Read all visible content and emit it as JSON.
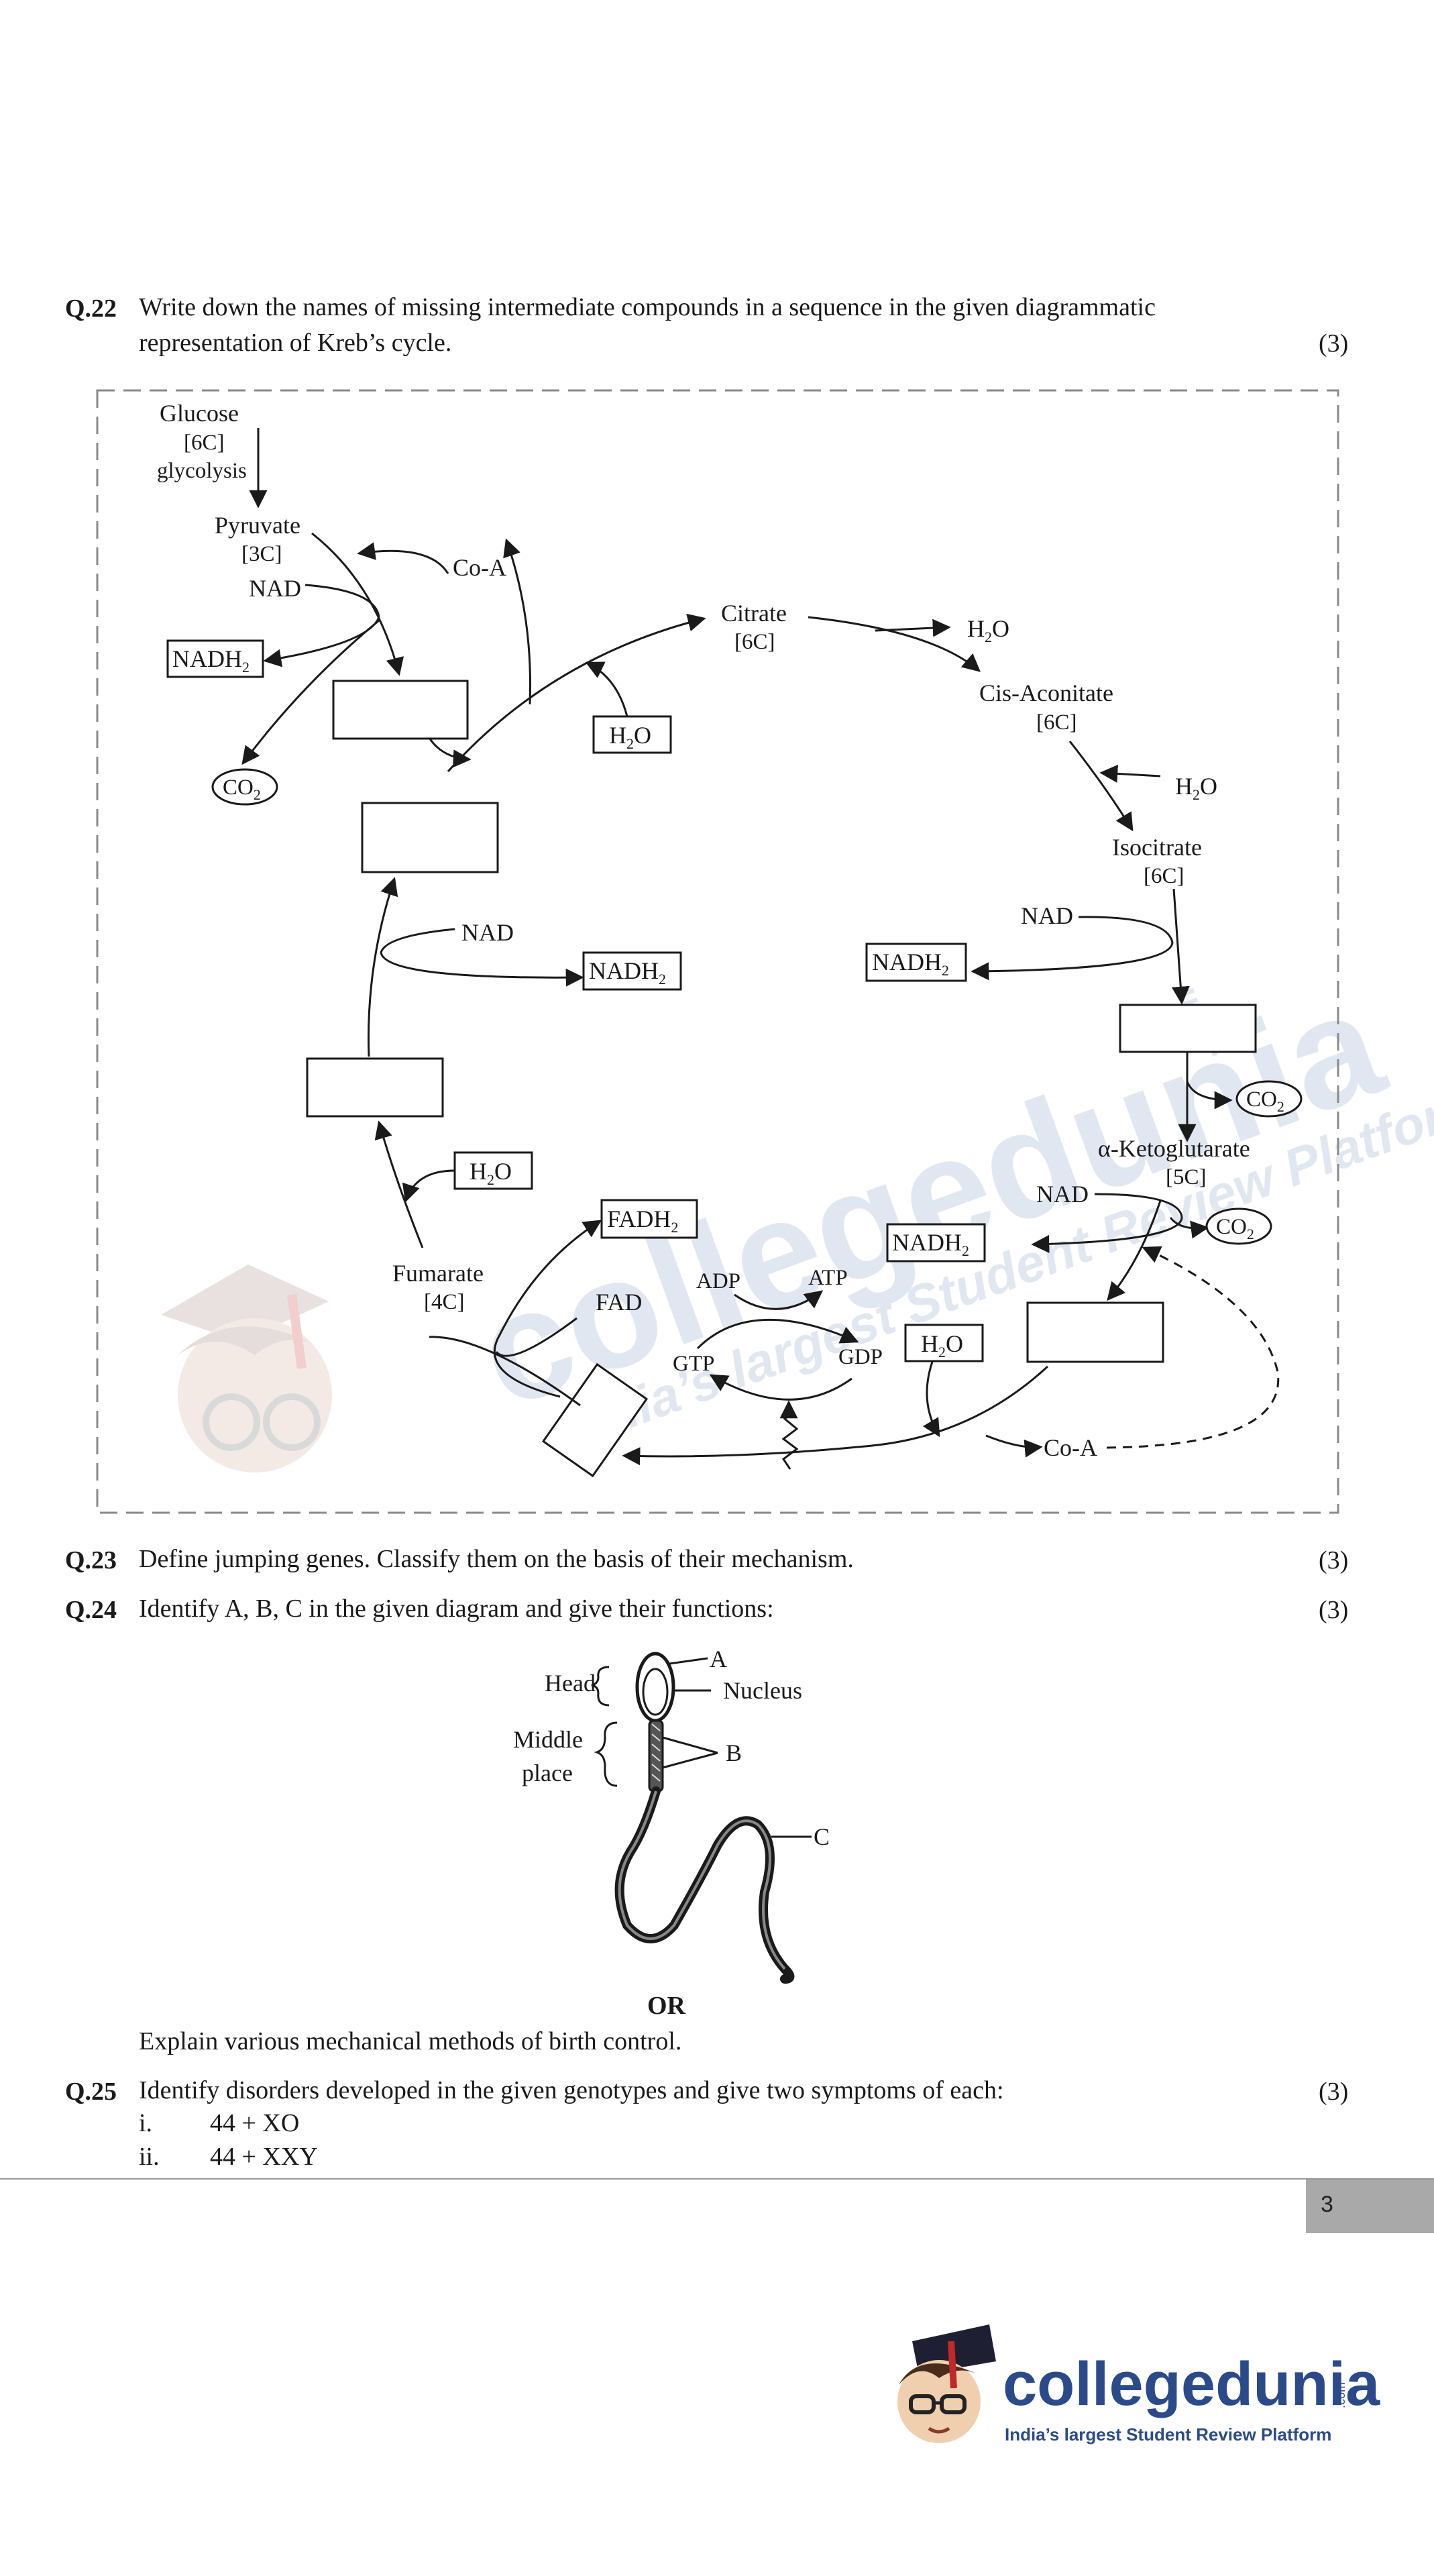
{
  "q22": {
    "num": "Q.22",
    "line1": "Write down the names of missing intermediate compounds in a sequence in the given diagrammatic",
    "line2": "representation of Kreb’s cycle.",
    "marks": "(3)"
  },
  "krebs": {
    "glucose": "Glucose",
    "c6a": "[6C]",
    "glycolysis": "glycolysis",
    "pyruvate": "Pyruvate",
    "c3": "[3C]",
    "nad": "NAD",
    "nadh": "NADH",
    "sub2": "2",
    "co2": "CO",
    "coa": "Co-A",
    "citrate": "Citrate",
    "h2o": "H",
    "o": "O",
    "cis": "Cis-Aconitate",
    "isocitrate": "Isocitrate",
    "akg": "α-Ketoglutarate",
    "c5": "[5C]",
    "fadh": "FADH",
    "fad": "FAD",
    "fumarate": "Fumarate",
    "c4": "[4C]",
    "adp": "ADP",
    "atp": "ATP",
    "gtp": "GTP",
    "gdp": "GDP",
    "coa_dash": "Co-A"
  },
  "q23": {
    "num": "Q.23",
    "text": "Define jumping genes. Classify them on the basis of their mechanism.",
    "marks": "(3)"
  },
  "q24": {
    "num": "Q.24",
    "text": "Identify A, B, C in the given diagram and give their functions:",
    "marks": "(3)",
    "head": "Head",
    "a": "A",
    "nucleus": "Nucleus",
    "middle": "Middle",
    "place": "place",
    "b": "B",
    "c": "C",
    "or": "OR",
    "alt": "Explain various mechanical methods of birth control."
  },
  "q25": {
    "num": "Q.25",
    "text": "Identify disorders developed in the given genotypes and give two symptoms of each:",
    "marks": "(3)",
    "i": "i.",
    "i_text": "44 + XO",
    "ii": "ii.",
    "ii_text": "44 + XXY"
  },
  "page_number": "3",
  "watermark": {
    "brand": "collegedunia",
    "dotcom": ".com",
    "tagline": "India’s largest Student Review Platform"
  },
  "logo": {
    "brand": "collegedunia",
    "dotcom": ".com",
    "tagline": "India’s largest Student Review Platform"
  },
  "colors": {
    "watermark": "#c9d3e6",
    "brand_blue": "#2a4a8a",
    "brand_red": "#c0282a"
  }
}
